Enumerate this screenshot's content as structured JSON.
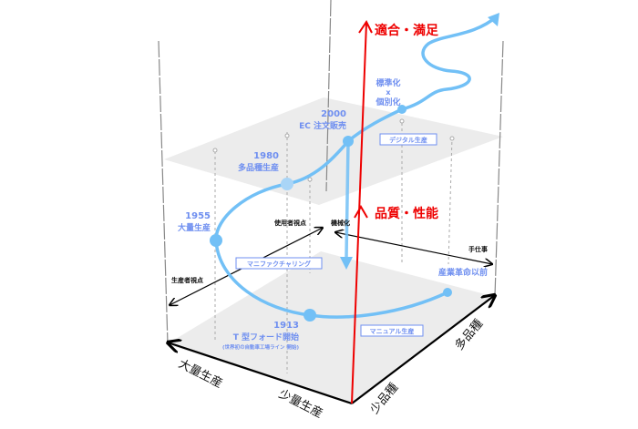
{
  "diagram": {
    "vertical_axis": {
      "top_label": "適合・満足",
      "mid_label": "品質・性能",
      "color": "#ee0000"
    },
    "floor_axes": {
      "left_far": "大量生産",
      "left_near": "少量生産",
      "right_near": "少品種",
      "right_far": "多品種"
    },
    "viewpoint_axes": {
      "user_viewpoint": "使用者視点",
      "producer_viewpoint": "生産者視点",
      "mechanization": "機械化",
      "handwork": "手仕事"
    },
    "plane_labels": {
      "lower_left": "マニファクチャリング",
      "lower_right": "マニュアル生産",
      "upper": "デジタル生産"
    },
    "milestones": [
      {
        "id": "pre-industrial",
        "year": "",
        "label": "産業革命以前",
        "note": ""
      },
      {
        "id": "1913",
        "year": "1913",
        "label": "T 型フォード開始",
        "note": "(世界初の自動車工場ライン 開始)"
      },
      {
        "id": "1955",
        "year": "1955",
        "label": "大量生産",
        "note": ""
      },
      {
        "id": "1980",
        "year": "1980",
        "label": "多品種生産",
        "note": ""
      },
      {
        "id": "2000",
        "year": "2000",
        "label": "EC 注文販売",
        "note": ""
      },
      {
        "id": "future",
        "year": "",
        "label_lines": [
          "標準化",
          "x",
          "個別化"
        ],
        "note": ""
      }
    ],
    "colors": {
      "curve": "#72c0f6",
      "label_blue": "#6f8ff0",
      "plane": "#ececec",
      "axis_red": "#ee0000"
    }
  }
}
